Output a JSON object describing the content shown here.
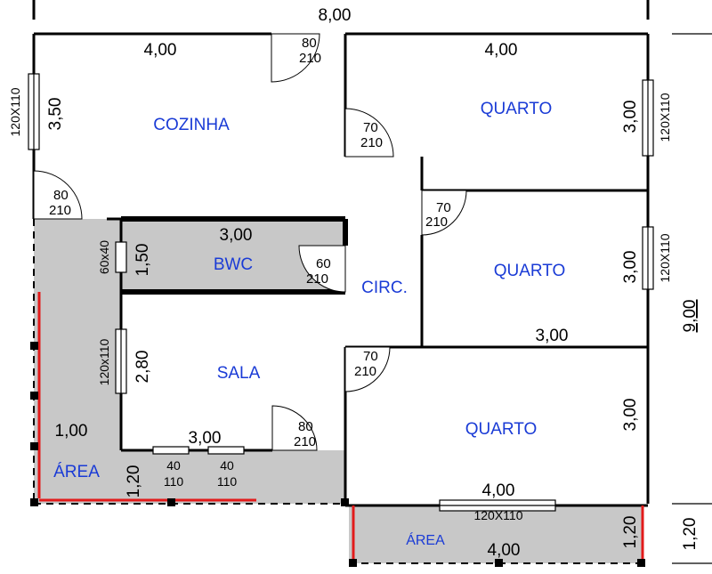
{
  "colors": {
    "room_label": "#1a3bd6",
    "area_fill": "#c8c8c8",
    "red_line": "#e21b1b"
  },
  "dimensions": {
    "top_total": "8,00",
    "right_total": "9,00",
    "cozinha_width": "4,00",
    "quarto1_width": "4,00",
    "cozinha_height": "3,50",
    "bwc_width": "3,00",
    "bwc_height": "1,50",
    "quarto2_width": "3,00",
    "sala_height": "2,80",
    "sala_width": "3,00",
    "area_left_width": "1,00",
    "area_left_depth": "1,20",
    "quarto3_width": "4,00",
    "area_bottom_width": "4,00",
    "area_bottom_depth": "1,20",
    "outside_bottom_depth": "1,20",
    "quarto1_height": "3,00",
    "quarto2_height": "3,00",
    "quarto3_height": "3,00"
  },
  "rooms": {
    "cozinha": "COZINHA",
    "quarto1": "QUARTO",
    "quarto2": "QUARTO",
    "quarto3": "QUARTO",
    "bwc": "BWC",
    "circ": "CIRC.",
    "sala": "SALA",
    "area_left": "ÁREA",
    "area_bottom": "ÁREA"
  },
  "doors": {
    "entry_top": [
      "80",
      "210"
    ],
    "cozinha_left": [
      "80",
      "210"
    ],
    "quarto1": [
      "70",
      "210"
    ],
    "quarto2": [
      "70",
      "210"
    ],
    "bwc": [
      "60",
      "210"
    ],
    "quarto3": [
      "70",
      "210"
    ],
    "sala": [
      "80",
      "210"
    ]
  },
  "windows": {
    "cozinha": "120X110",
    "quarto1": "120X110",
    "quarto2": "120X110",
    "bwc": "60x40",
    "sala": "120x110",
    "quarto3": "120X110",
    "sala_small_1": [
      "40",
      "110"
    ],
    "sala_small_2": [
      "40",
      "110"
    ]
  }
}
